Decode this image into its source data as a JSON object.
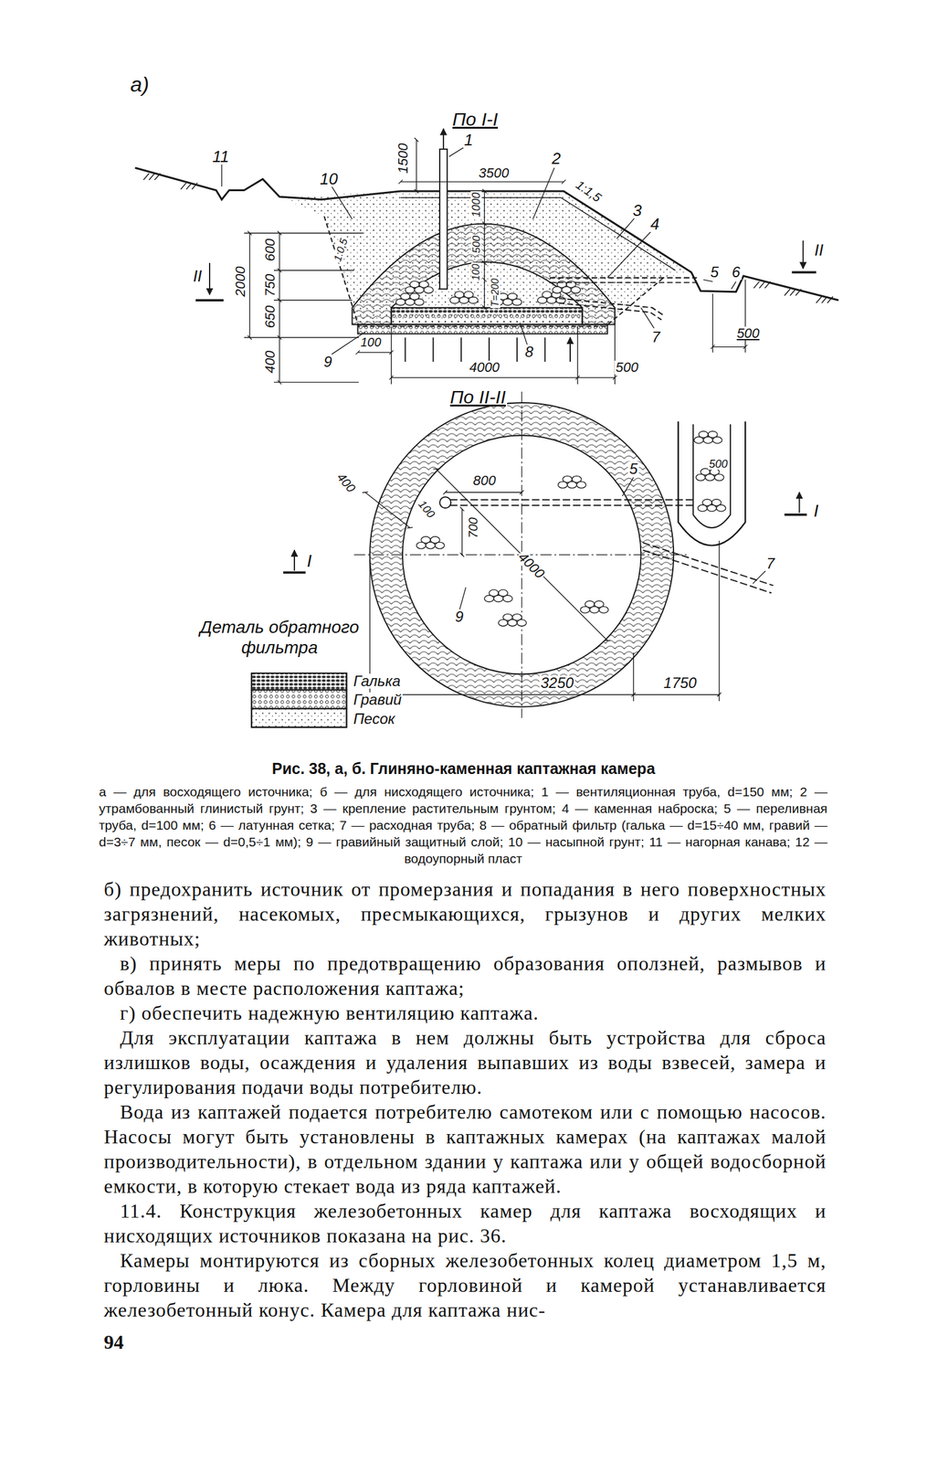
{
  "diagram": {
    "caption": "Рис. 38, а, б. Глиняно-каменная каптажная камера",
    "labels": [
      "а)",
      "По I-I",
      "1",
      "1500",
      "3500",
      "2",
      "11",
      "10",
      "1:1,5",
      "3",
      "4",
      "II",
      "II",
      "5",
      "6",
      "2000",
      "600",
      "750",
      "650",
      "400",
      "1:0,5",
      "1000",
      "500",
      "100",
      "Т=200",
      "7",
      "500",
      "100",
      "9",
      "8",
      "4000",
      "500",
      "По II-II",
      "400",
      "100",
      "800",
      "700",
      "4000",
      "5",
      "500",
      "I",
      "I",
      "7",
      "9",
      "Деталь обратного фильтра",
      "Галька",
      "Гравий",
      "Песок",
      "3250",
      "1750",
      "а — для восходящего источника; б — для нисходящего источника; 1 — вентиляционная труба, d=150 мм; 2 — утрамбованный глинистый грунт; 3 — крепление растительным грунтом; 4 — каменная наброска; 5 — переливная труба, d=100 мм; 6 — латунная сетка; 7 — расходная труба; 8 — обратный фильтр (галька — d=15÷40 мм, гравий — d=3÷7 мм, песок — d=0,5÷1 мм); 9 — гравийный защитный слой; 10 — насыпной грунт; 11 — нагорная канава; 12 — водоупорный пласт",
      "б) предохранить источник от промерзания и попадания в него поверхностных загрязнений, насекомых, пресмыкающихся, грызунов и других мелких животных;",
      "в) принять меры по предотвращению образования оползней, размывов и обвалов в месте расположения каптажа;",
      "г) обеспечить надежную вентиляцию каптажа.",
      "Для эксплуатации каптажа в нем должны быть устройства для сброса излишков воды, осаждения и удаления выпавших из воды взвесей, замера и регулирования подачи воды потребителю.",
      "Вода из каптажей подается потребителю самотеком или с помощью насосов. Насосы могут быть установлены в каптажных камерах (на каптажах малой производительности), в отдельном здании у каптажа или у общей водосборной емкости, в которую стекает вода из ряда каптажей.",
      "11.4. Конструкция железобетонных камер для каптажа восходящих и нисходящих источников показана на рис. 36.",
      "Камеры монтируются из сборных железобетонных колец диаметром 1,5 м, горловины и люка. Между горловиной и камерой устанавливается железобетонный конус. Камера для каптажа нис-",
      "94"
    ]
  }
}
